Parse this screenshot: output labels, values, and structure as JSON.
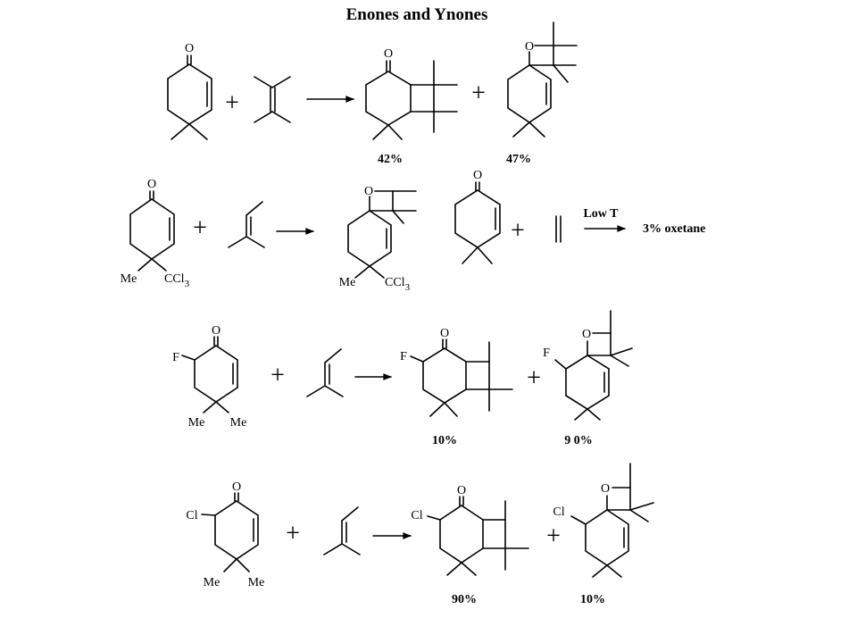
{
  "title": "Enones and Ynones",
  "atoms": {
    "O": "O",
    "F": "F",
    "Cl": "Cl",
    "Me": "Me",
    "CCl": "CCl",
    "three": "3"
  },
  "plus_sign": "+",
  "rows": [
    {
      "yields": [
        "42%",
        "47%"
      ]
    },
    {
      "condition": "Low T",
      "note": "3% oxetane"
    },
    {
      "yields": [
        "10%",
        "9 0%"
      ]
    },
    {
      "yields": [
        "90%",
        "10%"
      ]
    }
  ]
}
